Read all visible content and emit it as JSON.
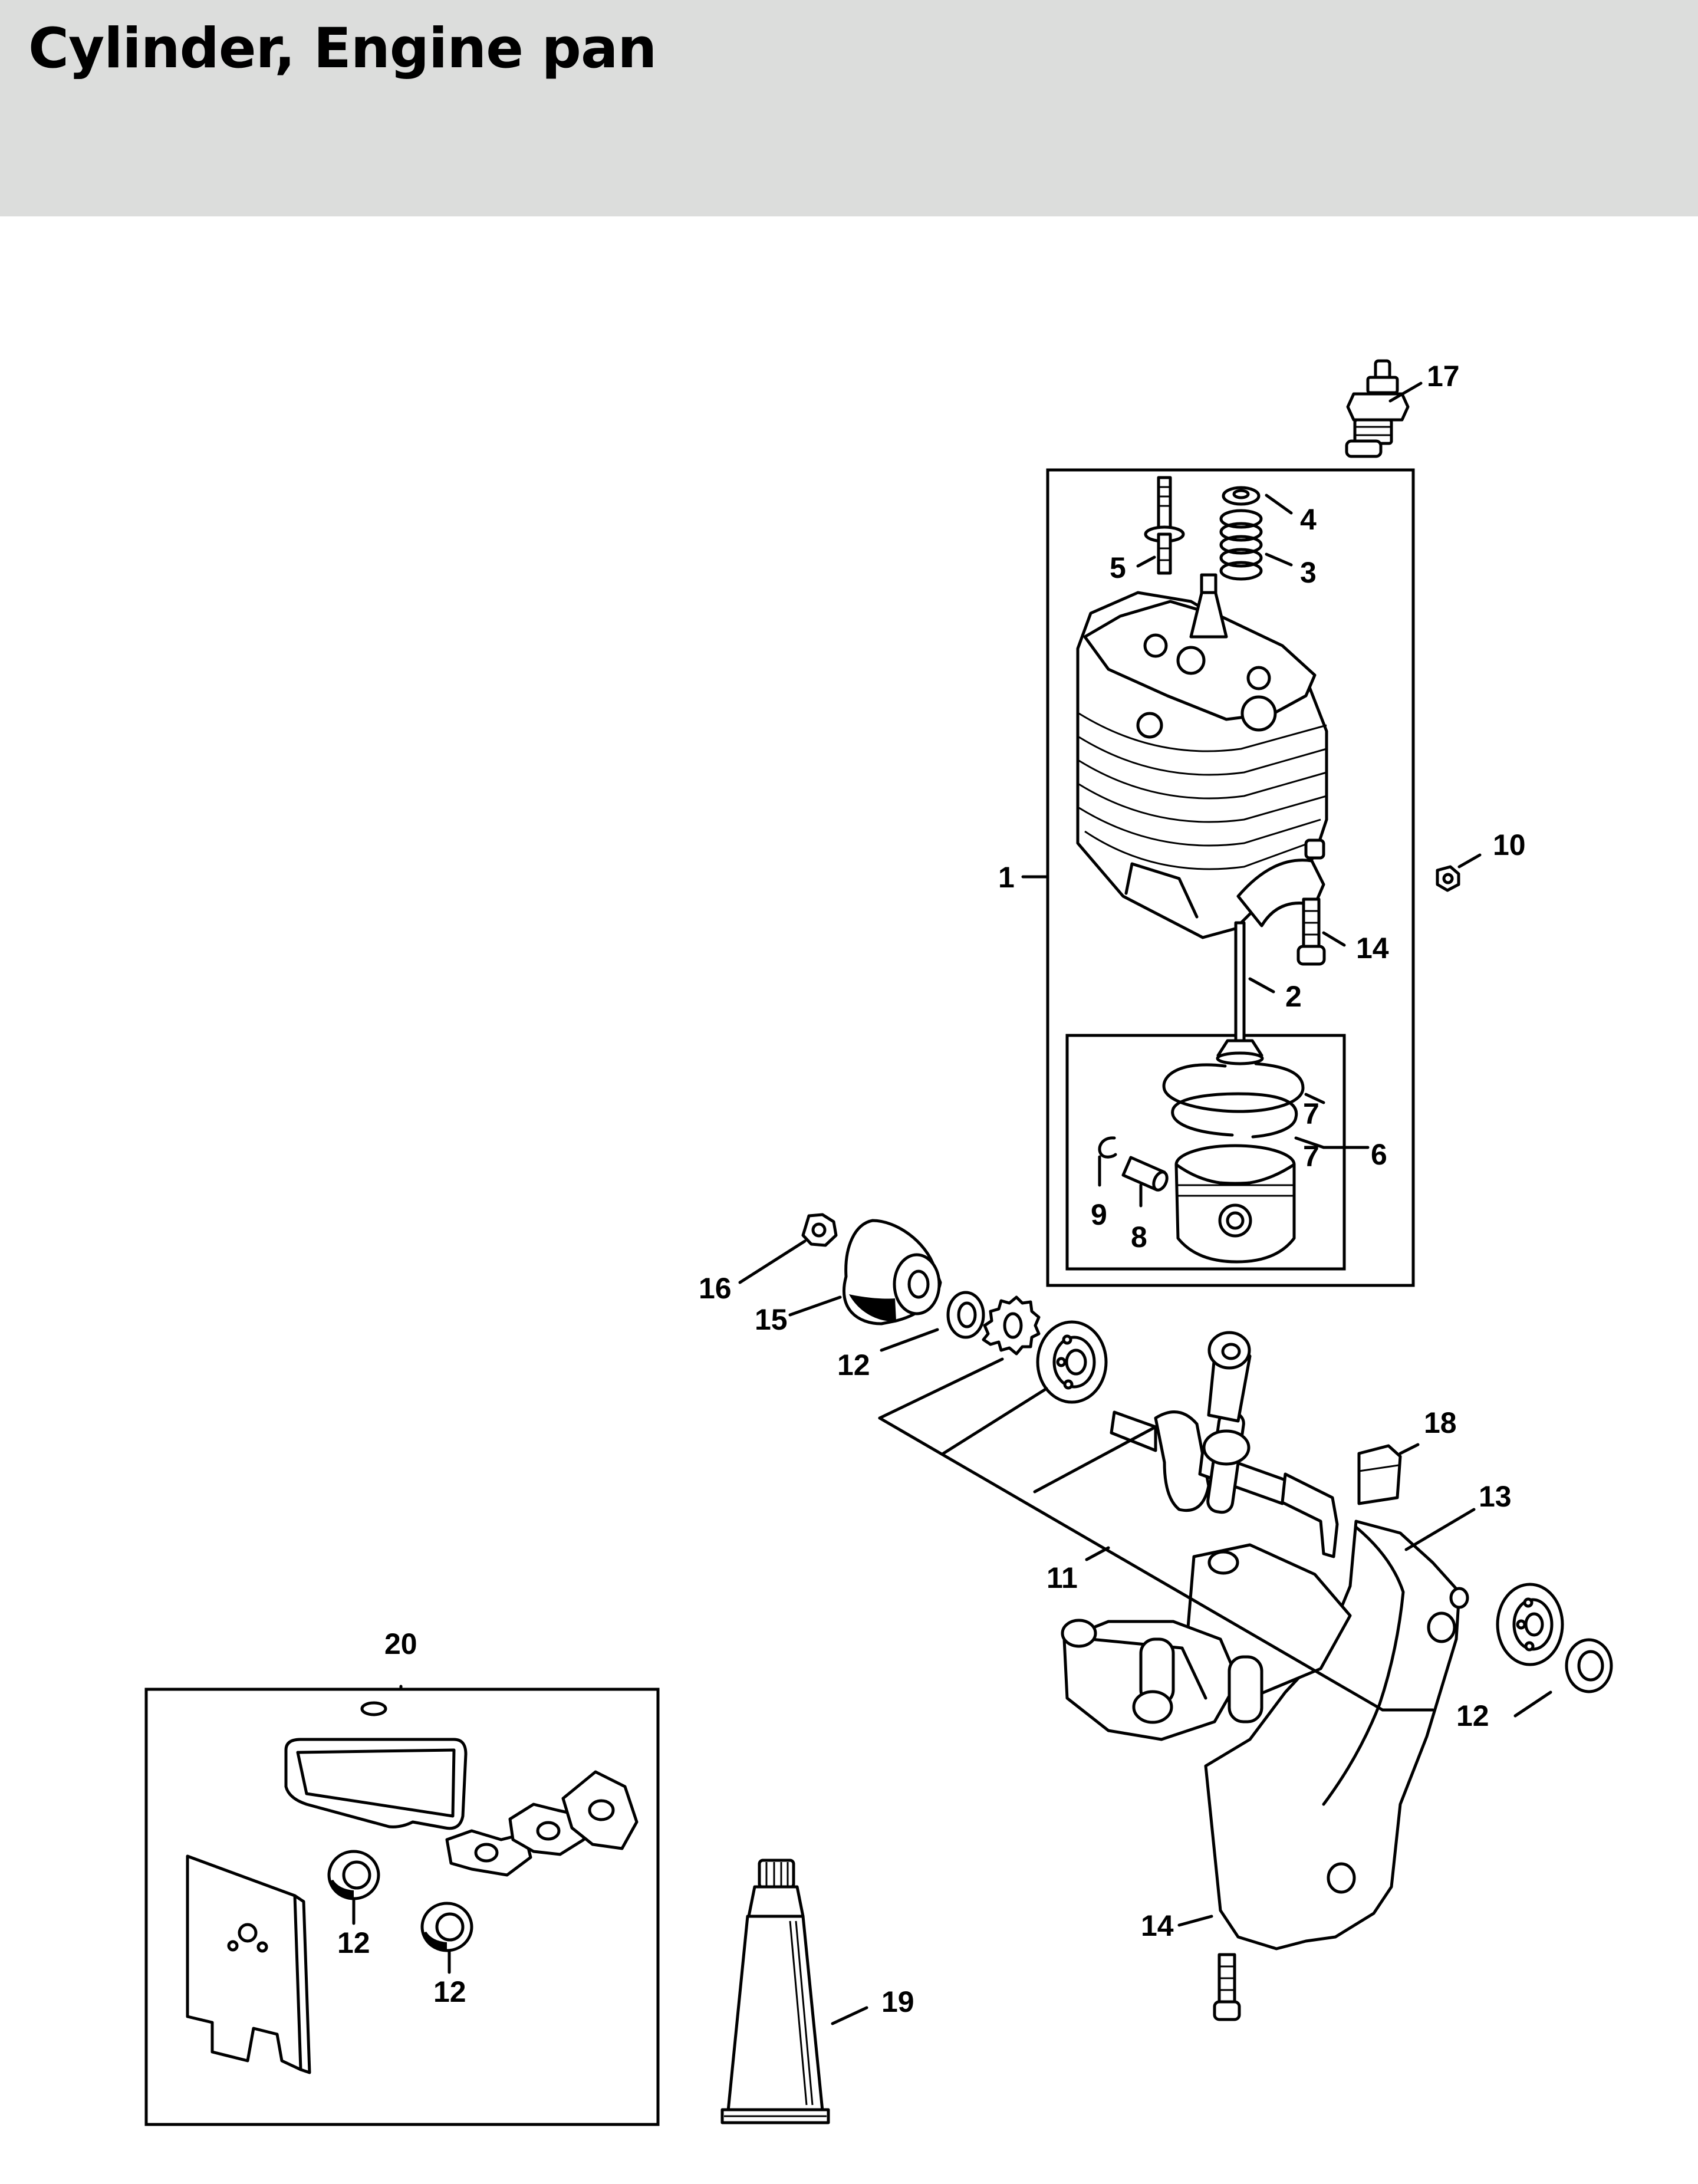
{
  "page": {
    "title": "Cylinder, Engine pan"
  },
  "diagram": {
    "callouts": {
      "c1": "1",
      "c2": "2",
      "c3": "3",
      "c4": "4",
      "c5": "5",
      "c6": "6",
      "c7a": "7",
      "c7b": "7",
      "c8": "8",
      "c9": "9",
      "c10": "10",
      "c11": "11",
      "c12a": "12",
      "c12b": "12",
      "c12c": "12",
      "c12d": "12",
      "c13": "13",
      "c14a": "14",
      "c14b": "14",
      "c15": "15",
      "c16": "16",
      "c17": "17",
      "c18": "18",
      "c19": "19",
      "c20": "20"
    }
  }
}
